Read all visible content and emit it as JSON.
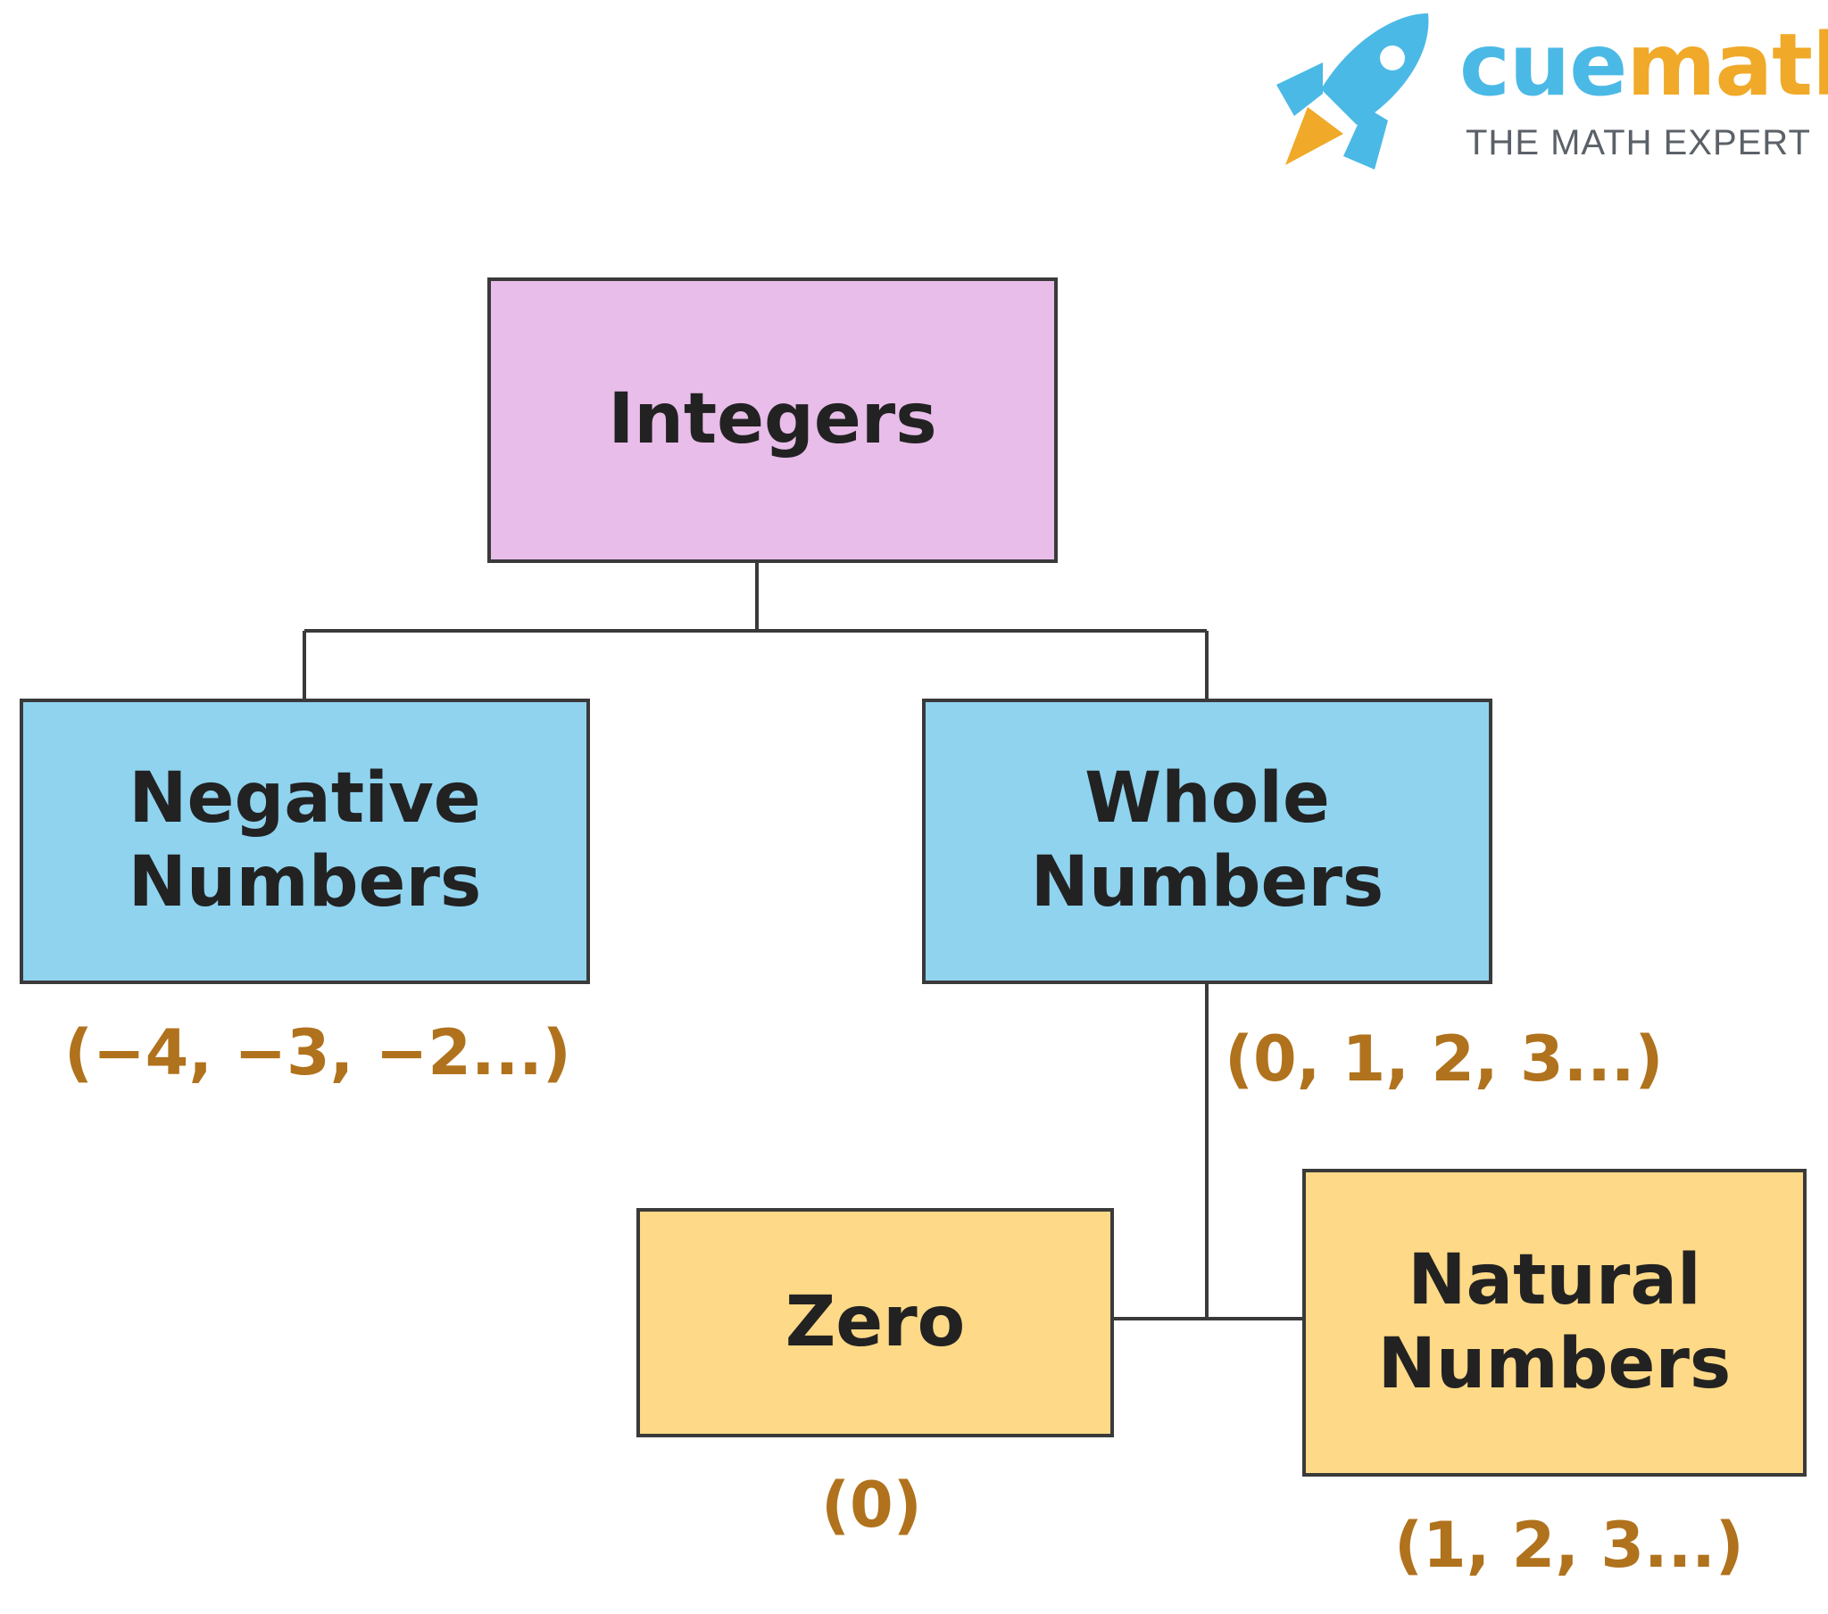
{
  "logo": {
    "brand_part1": "cue",
    "brand_part2": "math",
    "tagline": "THE MATH EXPERT",
    "icon": "rocket-icon",
    "colors": {
      "cue": "#4bb9e6",
      "math": "#f0a928",
      "tagline": "#5b6168"
    }
  },
  "diagram": {
    "root": {
      "label": "Integers",
      "color": "#e8bde9"
    },
    "negative": {
      "label_line1": "Negative",
      "label_line2": "Numbers",
      "range": "(−4, −3, −2...)",
      "color": "#8fd3ef"
    },
    "whole": {
      "label_line1": "Whole",
      "label_line2": "Numbers",
      "range": "(0, 1, 2, 3...)",
      "color": "#8fd3ef"
    },
    "zero": {
      "label": "Zero",
      "range": "(0)",
      "color": "#fed987"
    },
    "natural": {
      "label_line1": "Natural",
      "label_line2": "Numbers",
      "range": "(1, 2, 3...)",
      "color": "#fed987"
    },
    "range_text_color": "#b0721d",
    "border_color": "#3a3a3a"
  }
}
